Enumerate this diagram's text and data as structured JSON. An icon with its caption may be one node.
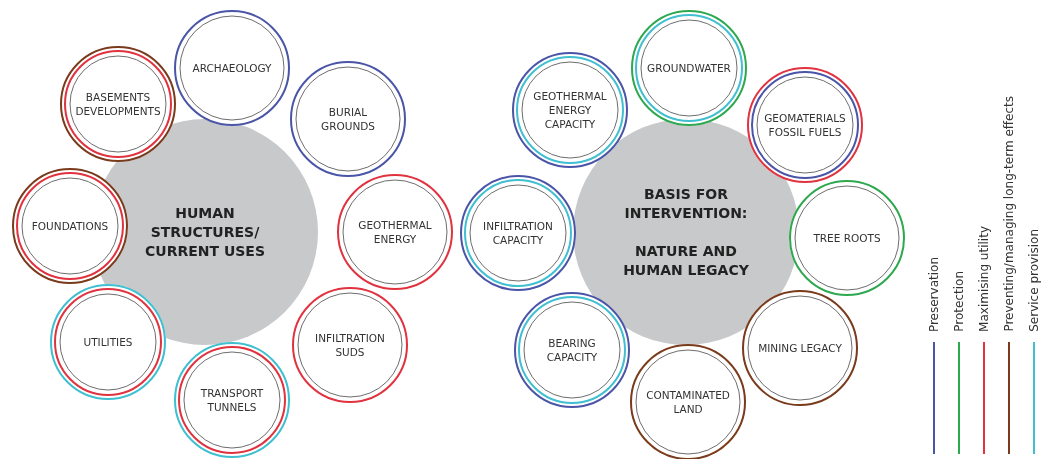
{
  "diagram": {
    "nodes": [
      {
        "text": [
          "HUMAN STRUCTURES/ CURRENT USES"
        ]
      },
      {
        "text": [
          "ARCHAEOLOGY"
        ]
      },
      {
        "text": [
          "BASEMENTS DEVELOPMENTS"
        ]
      },
      {
        "text": [
          "BURIAL GROUNDS"
        ]
      },
      {
        "text": [
          "FOUNDATIONS"
        ]
      },
      {
        "text": [
          "GEOTHERMAL ENERGY"
        ]
      },
      {
        "text": [
          "UTILITIES"
        ]
      },
      {
        "text": [
          "INFILTRATION SUDS"
        ]
      },
      {
        "text": [
          "TRANSPORT TUNNELS"
        ]
      },
      {
        "text": [
          "BASIS FOR INTERVENTION:",
          "NATURE AND HUMAN LEGACY"
        ]
      },
      {
        "text": [
          "GROUNDWATER"
        ]
      },
      {
        "text": [
          "GEOTHERMAL ENERGY CAPACITY"
        ]
      },
      {
        "text": [
          "GEOMATERIALS FOSSIL FUELS"
        ]
      },
      {
        "text": [
          "INFILTRATION CAPACITY"
        ]
      },
      {
        "text": [
          "TREE ROOTS"
        ]
      },
      {
        "text": [
          "BEARING CAPACITY"
        ]
      },
      {
        "text": [
          "MINING LEGACY"
        ]
      },
      {
        "text": [
          "CONTAMINATED LAND"
        ]
      }
    ],
    "edges": [],
    "legend": [
      {
        "text": "Preservation",
        "color": "#4a55a8"
      },
      {
        "text": "Protection",
        "color": "#2ea84f"
      },
      {
        "text": "Maximising utility",
        "color": "#e0323f"
      },
      {
        "text": "Preventing/managing long-term effects",
        "color": "#7a3b1c"
      },
      {
        "text": "Service provision",
        "color": "#3fbfd0"
      }
    ]
  }
}
